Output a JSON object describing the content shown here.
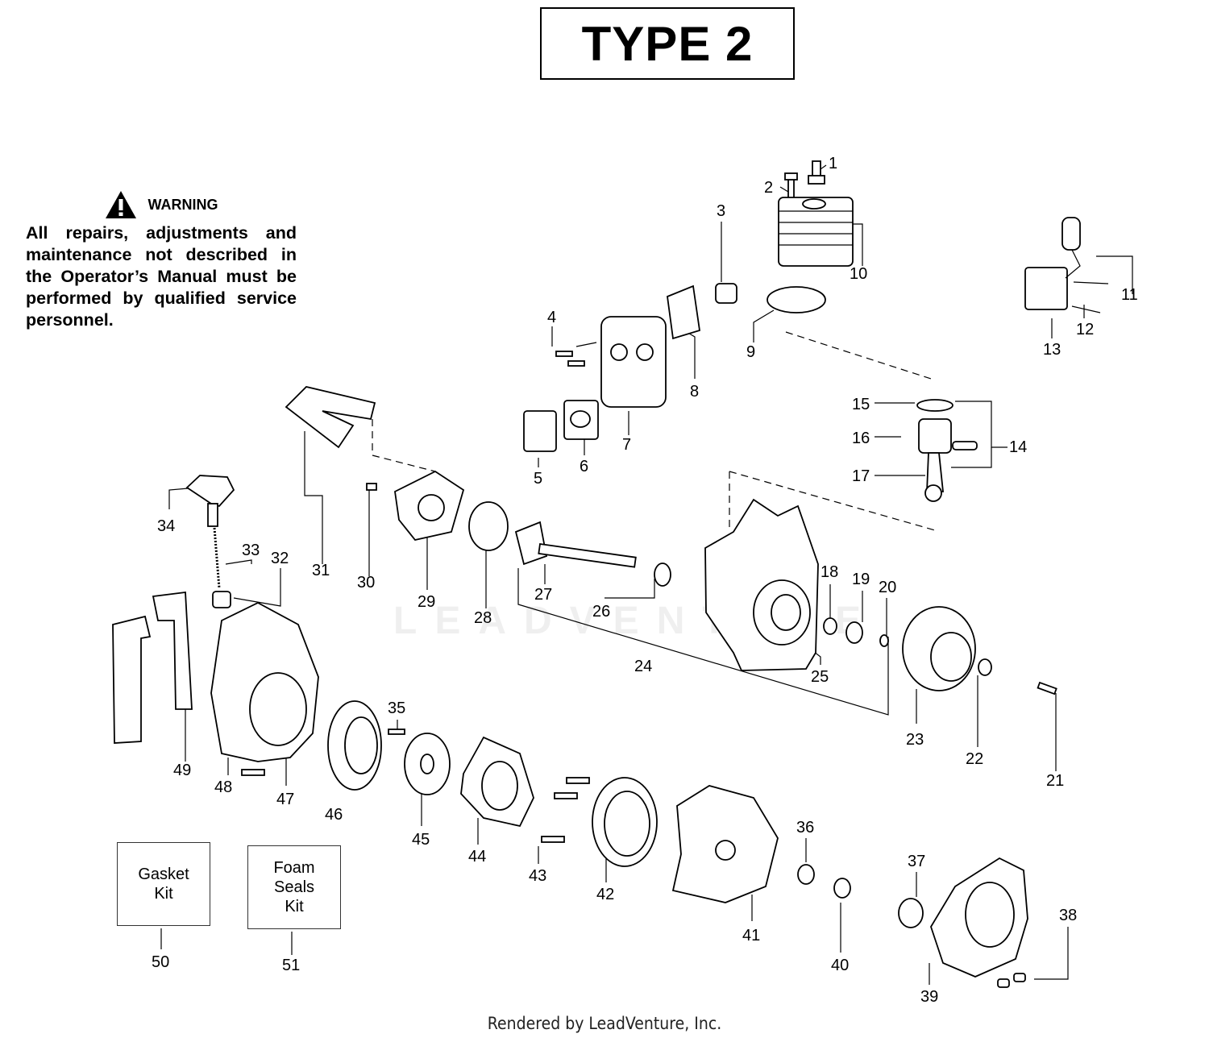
{
  "title": "TYPE 2",
  "warning": {
    "heading": "WARNING",
    "text": "All repairs, adjustments and maintenance not described in the Operator’s Manual must be performed by qualified service personnel."
  },
  "kits": [
    {
      "label": "Gasket\nKit",
      "number": "50"
    },
    {
      "label": "Foam\nSeals\nKit",
      "number": "51"
    }
  ],
  "watermark": "LEADVENTURE",
  "part_labels": [
    "1",
    "2",
    "3",
    "4",
    "5",
    "6",
    "7",
    "8",
    "9",
    "10",
    "11",
    "12",
    "13",
    "14",
    "15",
    "16",
    "17",
    "18",
    "19",
    "20",
    "21",
    "22",
    "23",
    "24",
    "25",
    "26",
    "27",
    "28",
    "29",
    "30",
    "31",
    "32",
    "33",
    "34",
    "35",
    "36",
    "37",
    "38",
    "39",
    "40",
    "41",
    "42",
    "43",
    "44",
    "45",
    "46",
    "47",
    "48",
    "49"
  ],
  "footer": "Rendered by LeadVenture, Inc."
}
